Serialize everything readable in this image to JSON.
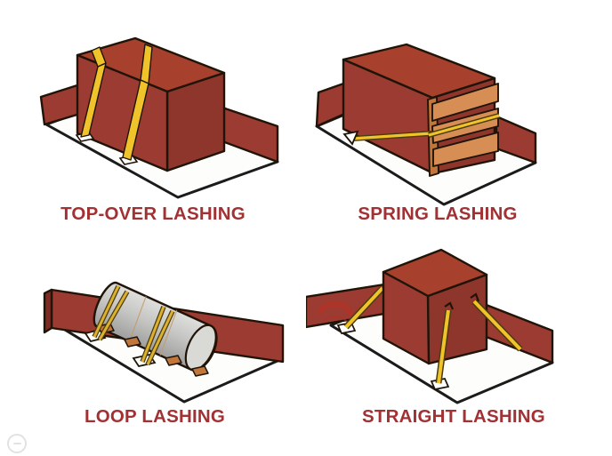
{
  "panels": [
    {
      "id": "top-over-lashing",
      "label": "TOP-OVER LASHING"
    },
    {
      "id": "spring-lashing",
      "label": "SPRING LASHING"
    },
    {
      "id": "loop-lashing",
      "label": "LOOP LASHING"
    },
    {
      "id": "straight-lashing",
      "label": "STRAIGHT LASHING"
    }
  ],
  "colors": {
    "label_red": "#A23134",
    "crate_top": "#A7402D",
    "crate_front": "#9C3B31",
    "crate_side": "#8E352C",
    "wall_red": "#9C3B31",
    "wall_dark": "#7E2B23",
    "outline": "#201409",
    "deck_white": "#FDFDFC",
    "strap_yellow": "#F1C32B",
    "strap_olive": "#DDB02E",
    "wood": "#D68E54",
    "wood_dark": "#C1763C",
    "cylinder_gray": "#C4C4C4",
    "swoosh_red": "#B23227"
  },
  "watermark": {
    "icon": "minus-circle"
  }
}
